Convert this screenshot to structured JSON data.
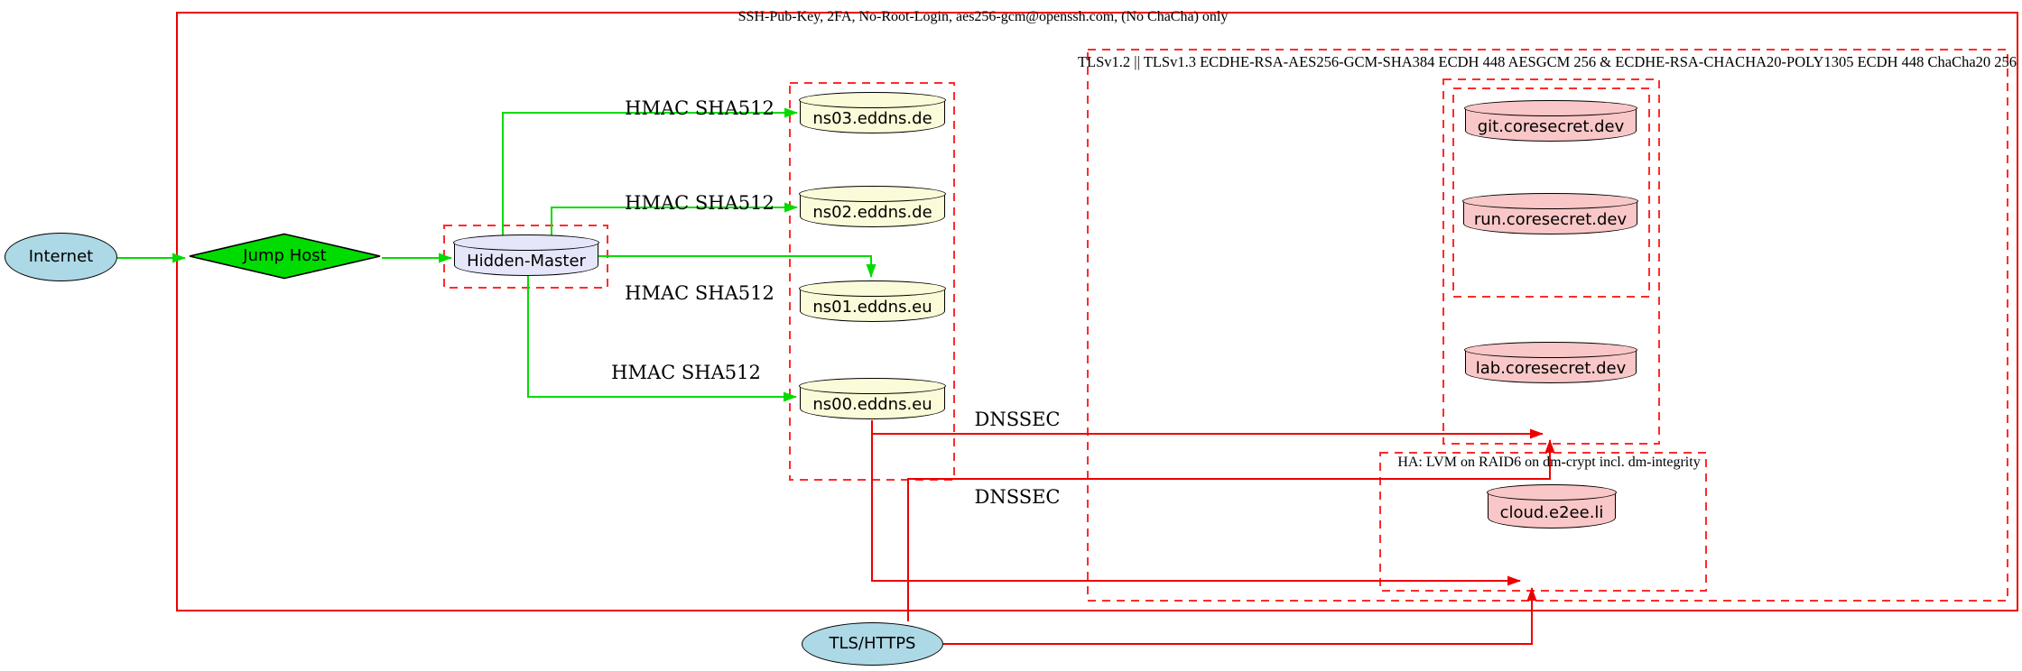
{
  "clusters": {
    "ssh": {
      "label": "SSH-Pub-Key, 2FA, No-Root-Login, aes256-gcm@openssh.com, (No ChaCha) only",
      "border_style": "solid",
      "border_color": "#ee0000"
    },
    "tls": {
      "label": "TLSv1.2 || TLSv1.3 ECDHE-RSA-AES256-GCM-SHA384 ECDH 448 AESGCM 256 & ECDHE-RSA-CHACHA20-POLY1305 ECDH 448 ChaCha20 256",
      "border_style": "dashed",
      "border_color": "#ff2b2b"
    },
    "dns_servers": {
      "label": "",
      "border_style": "dashed"
    },
    "hidden_master_box": {
      "label": "",
      "border_style": "dashed"
    },
    "web_servers": {
      "label": "",
      "border_style": "dashed"
    },
    "git_run_box": {
      "label": "",
      "border_style": "dashed"
    },
    "ha_cloud": {
      "label": "HA: LVM on RAID6 on dm-crypt incl. dm-integrity",
      "border_style": "dashed",
      "border_color": "#ff2b2b"
    }
  },
  "nodes": {
    "internet": {
      "label": "Internet",
      "shape": "ellipse",
      "fill": "#add8e6"
    },
    "jump_host": {
      "label": "Jump Host",
      "shape": "diamond",
      "fill": "#00dc00"
    },
    "hidden_master": {
      "label": "Hidden-Master",
      "shape": "cylinder",
      "fill": "#e6e6fa"
    },
    "ns03": {
      "label": "ns03.eddns.de",
      "shape": "cylinder",
      "fill": "#fbfbd9"
    },
    "ns02": {
      "label": "ns02.eddns.de",
      "shape": "cylinder",
      "fill": "#fbfbd9"
    },
    "ns01": {
      "label": "ns01.eddns.eu",
      "shape": "cylinder",
      "fill": "#fbfbd9"
    },
    "ns00": {
      "label": "ns00.eddns.eu",
      "shape": "cylinder",
      "fill": "#fbfbd9"
    },
    "git": {
      "label": "git.coresecret.dev",
      "shape": "cylinder",
      "fill": "#f9c7c7"
    },
    "run": {
      "label": "run.coresecret.dev",
      "shape": "cylinder",
      "fill": "#f9c7c7"
    },
    "lab": {
      "label": "lab.coresecret.dev",
      "shape": "cylinder",
      "fill": "#f9c7c7"
    },
    "cloud": {
      "label": "cloud.e2ee.li",
      "shape": "cylinder",
      "fill": "#f9c7c7"
    },
    "tls_https": {
      "label": "TLS/HTTPS",
      "shape": "ellipse",
      "fill": "#add8e6"
    }
  },
  "edge_labels": {
    "hmac_ns03": "HMAC SHA512",
    "hmac_ns02": "HMAC SHA512",
    "hmac_ns01": "HMAC SHA512",
    "hmac_ns00": "HMAC SHA512",
    "dnssec_upper": "DNSSEC",
    "dnssec_lower": "DNSSEC"
  },
  "colors": {
    "green_edge": "#00dc00",
    "red_edge": "#ee0000",
    "dashed_cluster_red": "#ff2b2b",
    "node_border": "#000000"
  }
}
